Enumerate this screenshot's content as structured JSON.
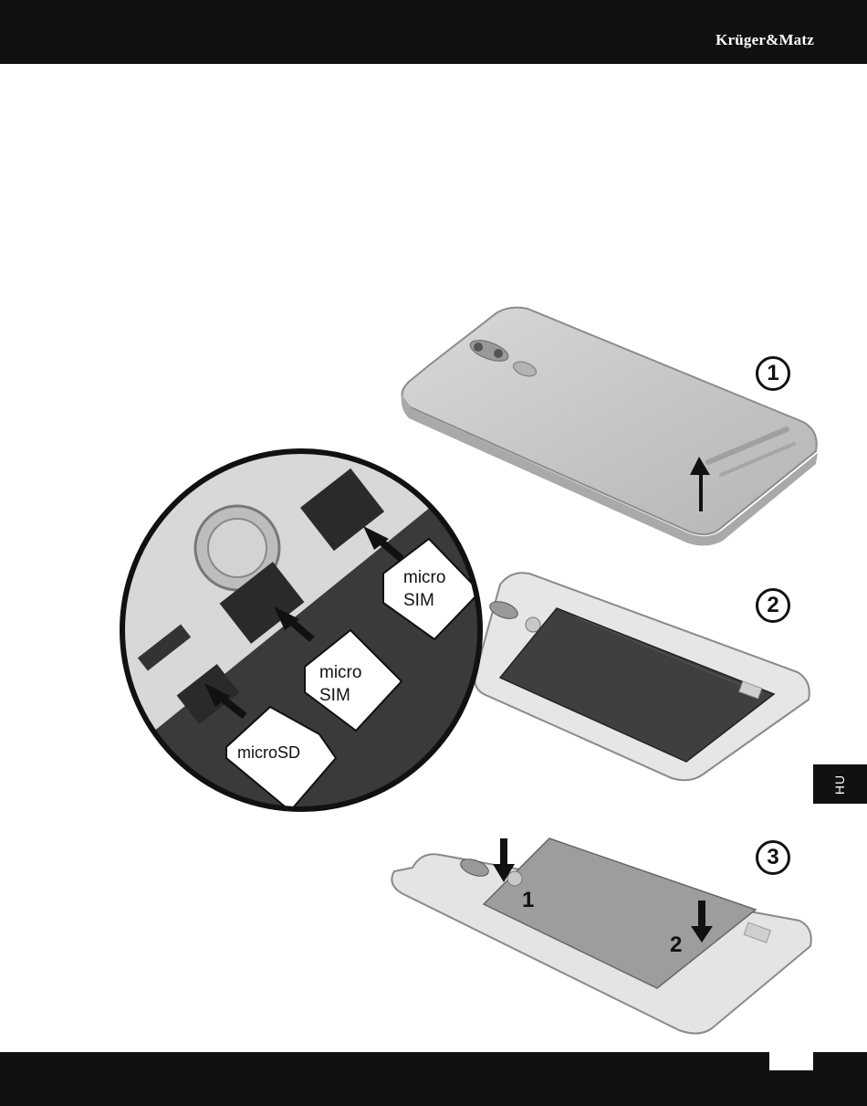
{
  "header": {
    "brand": "Krüger&Matz"
  },
  "side_tab": {
    "language": "HU"
  },
  "steps": [
    {
      "number": "1"
    },
    {
      "number": "2"
    },
    {
      "number": "3"
    }
  ],
  "callouts": {
    "sim_top": [
      "micro",
      "SIM"
    ],
    "sim_middle": [
      "micro",
      "SIM"
    ],
    "microsd": "microSD"
  },
  "step3_labels": [
    "1",
    "2"
  ]
}
